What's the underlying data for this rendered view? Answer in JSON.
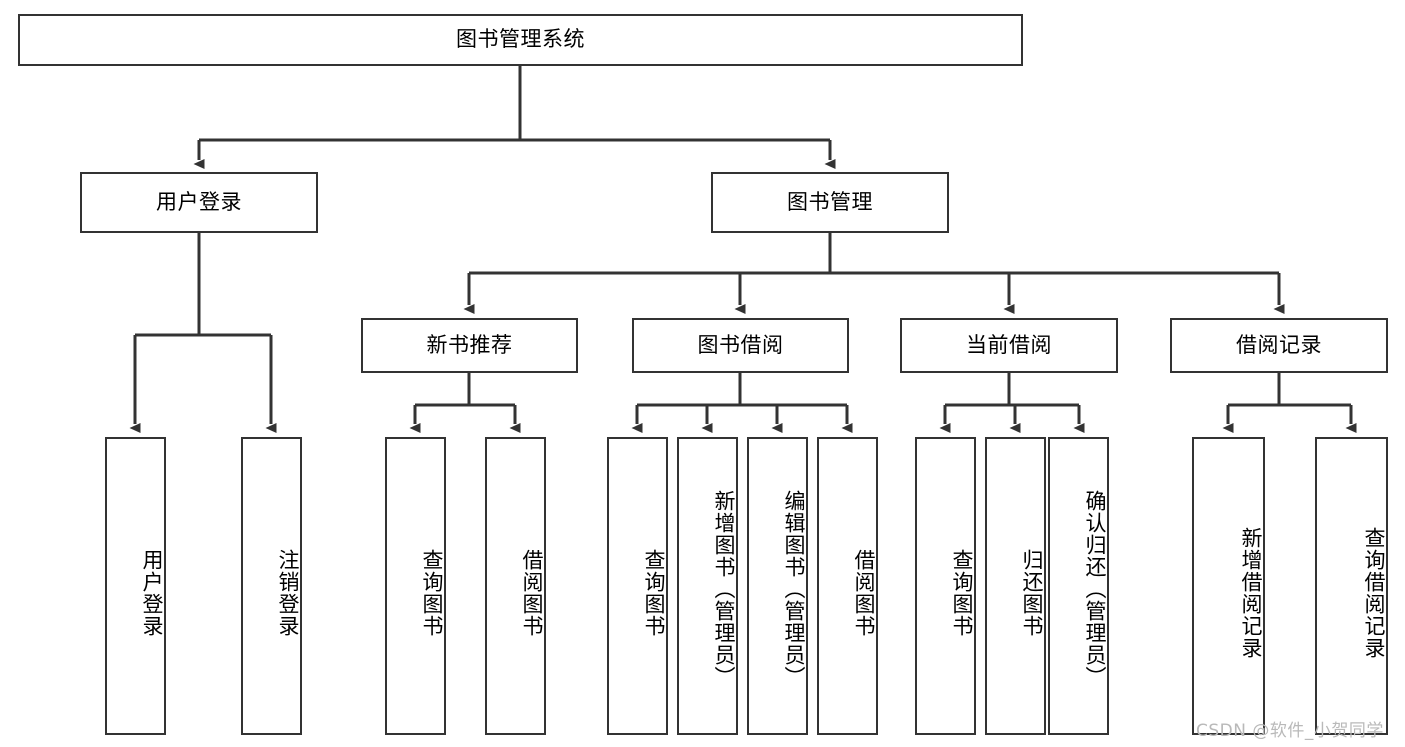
{
  "diagram": {
    "title": "图书管理系统",
    "type": "function-hierarchy-tree",
    "background_color": "#ffffff",
    "box_border_color": "#333333",
    "edge_color": "#333333",
    "text_color": "#000000",
    "watermark": "CSDN @软件_小贺同学",
    "watermark_color": "#b9b9b9",
    "levels": 4
  },
  "root": {
    "label": "图书管理系统"
  },
  "level2": [
    {
      "label": "用户登录"
    },
    {
      "label": "图书管理"
    }
  ],
  "level3": [
    {
      "label": "新书推荐"
    },
    {
      "label": "图书借阅"
    },
    {
      "label": "当前借阅"
    },
    {
      "label": "借阅记录"
    }
  ],
  "leaves": {
    "user_login": [
      {
        "label": "用户登录"
      },
      {
        "label": "注销登录"
      }
    ],
    "new_book_recommend": [
      {
        "label": "查询图书"
      },
      {
        "label": "借阅图书"
      }
    ],
    "book_borrow": [
      {
        "label": "查询图书"
      },
      {
        "label": "新增图书（管理员）"
      },
      {
        "label": "编辑图书（管理员）"
      },
      {
        "label": "借阅图书"
      }
    ],
    "current_borrow": [
      {
        "label": "查询图书"
      },
      {
        "label": "归还图书"
      },
      {
        "label": "确认归还（管理员）"
      }
    ],
    "borrow_record": [
      {
        "label": "新增借阅记录"
      },
      {
        "label": "查询借阅记录"
      }
    ]
  }
}
